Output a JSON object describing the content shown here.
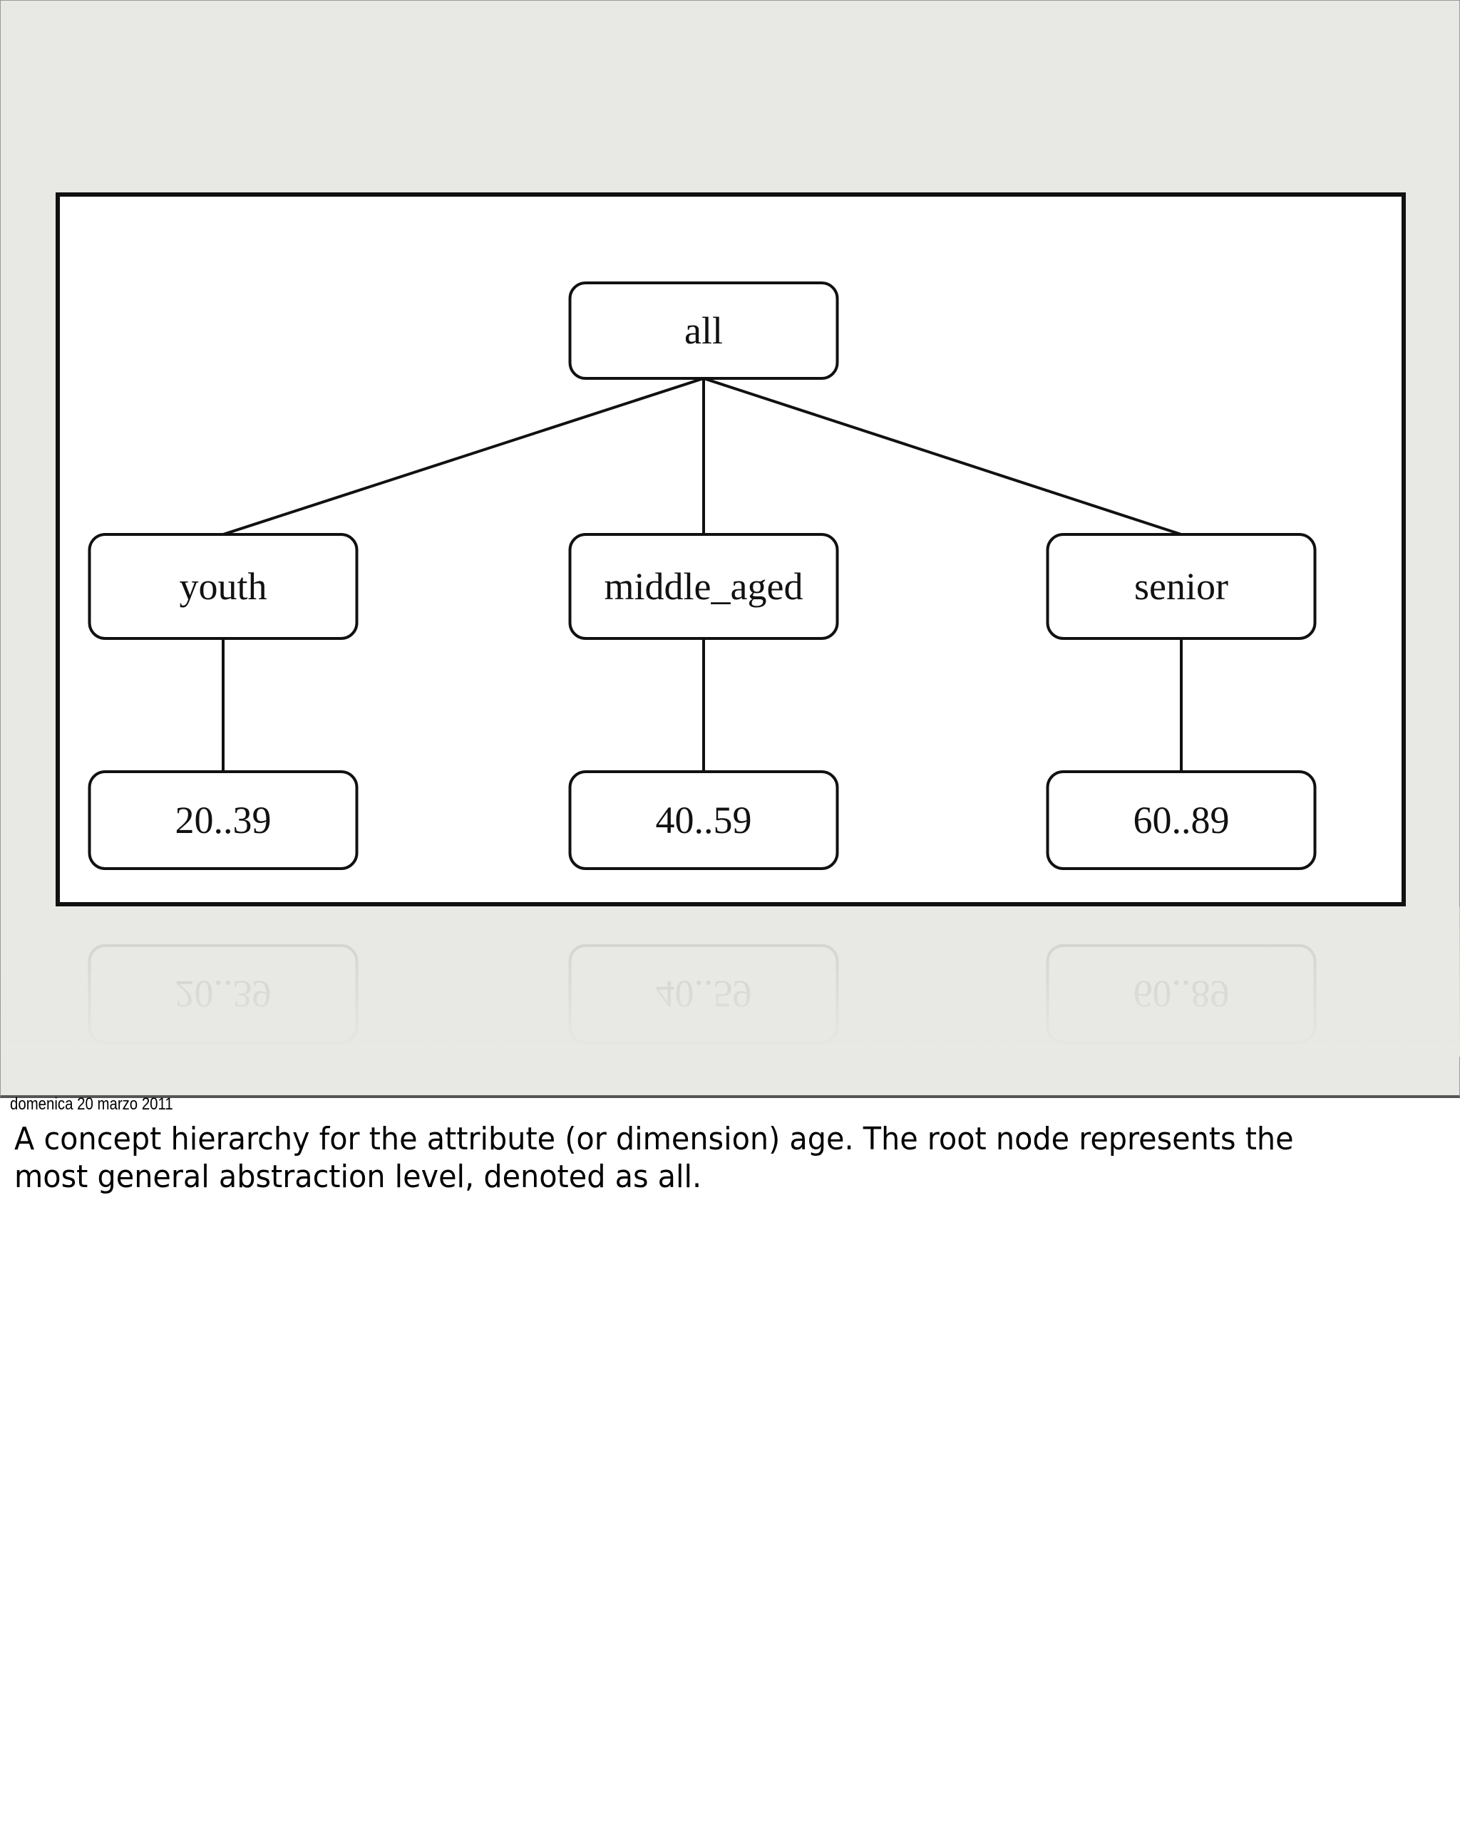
{
  "diagram": {
    "root": {
      "id": "all",
      "label": "all"
    },
    "level1": [
      {
        "id": "youth",
        "label": "youth",
        "parent": "all"
      },
      {
        "id": "middle_aged",
        "label": "middle_aged",
        "parent": "all"
      },
      {
        "id": "senior",
        "label": "senior",
        "parent": "all"
      }
    ],
    "level2": [
      {
        "id": "r1",
        "label": "20..39",
        "parent": "youth"
      },
      {
        "id": "r2",
        "label": "40..59",
        "parent": "middle_aged"
      },
      {
        "id": "r3",
        "label": "60..89",
        "parent": "senior"
      }
    ]
  },
  "footer": {
    "date": "domenica 20 marzo 2011",
    "caption": "A concept hierarchy for the attribute (or dimension) age. The root node represents the most general abstraction level, denoted as all."
  }
}
